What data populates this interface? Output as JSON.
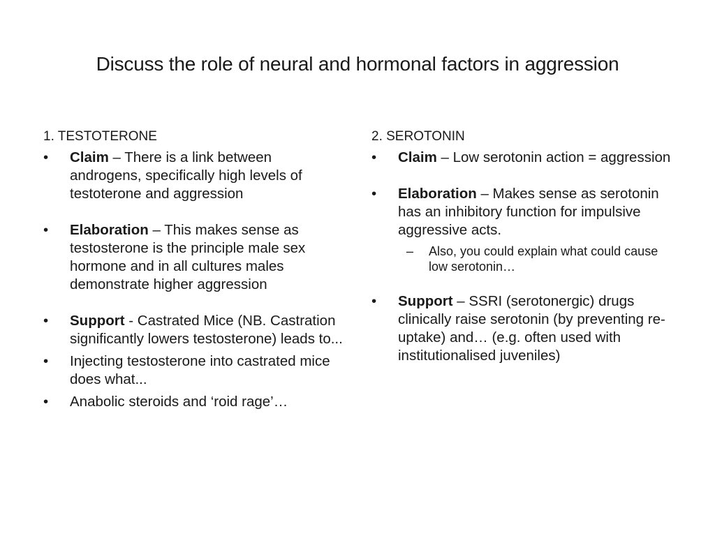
{
  "slide": {
    "title": "Discuss the role of neural and hormonal factors in aggression"
  },
  "left": {
    "heading": "1. TESTOTERONE",
    "items": [
      {
        "bullet": "•",
        "label": "Claim",
        "text": " – There is a link between androgens, specifically high levels of testoterone and aggression"
      },
      {
        "bullet": "•",
        "label": "Elaboration",
        "text": " – This makes sense as testosterone is the principle male sex hormone and in all cultures males demonstrate higher aggression"
      },
      {
        "bullet": "•",
        "label": "Support",
        "text": " - Castrated Mice (NB. Castration significantly lowers testosterone) leads to..."
      },
      {
        "bullet": "•",
        "label": "",
        "text": "Injecting testosterone into castrated mice does what..."
      },
      {
        "bullet": "•",
        "label": "",
        "text": "Anabolic steroids and ‘roid rage’…"
      }
    ]
  },
  "right": {
    "heading": "2. SEROTONIN",
    "items": [
      {
        "bullet": "•",
        "label": "Claim",
        "text": " – Low serotonin action = aggression"
      },
      {
        "bullet": "•",
        "label": "Elaboration",
        "text": " – Makes sense as serotonin has an inhibitory function for impulsive aggressive acts."
      },
      {
        "bullet": "•",
        "label": "Support",
        "text": " – SSRI (serotonergic) drugs clinically raise serotonin (by preventing re-uptake) and… (e.g. often used with institutionalised juveniles)"
      }
    ],
    "sub_items": [
      {
        "dash": "–",
        "text": "Also, you could explain what could cause low serotonin…"
      }
    ]
  }
}
